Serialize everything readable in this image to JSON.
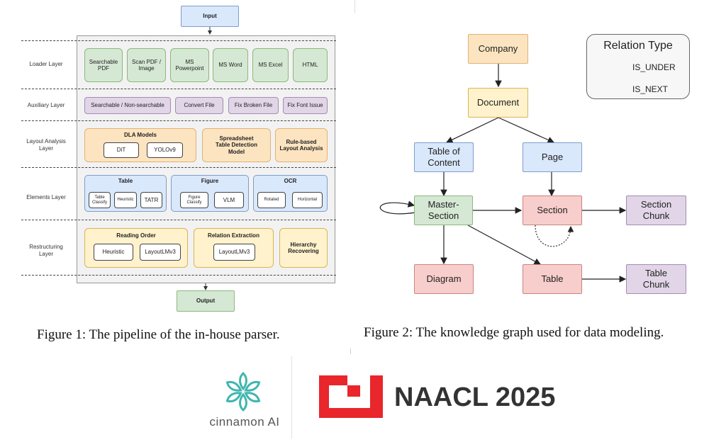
{
  "figure1": {
    "caption": "Figure 1: The pipeline of the in-house parser.",
    "input": "Input",
    "output": "Output",
    "layers": {
      "loader": "Loader Layer",
      "auxiliary": "Auxiliary Layer",
      "layout": "Layout Analysis\nLayer",
      "elements": "Elements Layer",
      "restructuring": "Restructuring\nLayer"
    },
    "loader": [
      "Searchable\nPDF",
      "Scan PDF /\nImage",
      "MS\nPowerpoint",
      "MS Word",
      "MS Excel",
      "HTML"
    ],
    "auxiliary": [
      "Searchable / Non-searchable",
      "Convert File",
      "Fix Broken File",
      "Fix Font Issue"
    ],
    "layout": {
      "dla_title": "DLA Models",
      "dla_items": [
        "DiT",
        "YOLOv9"
      ],
      "spreadsheet": "Spreadsheet\nTable Detection\nModel",
      "rule_based": "Rule-based\nLayout Analysis"
    },
    "elements": {
      "table_title": "Table",
      "table_items": [
        "Table\nClassify",
        "Heuristic",
        "TATR"
      ],
      "figure_title": "Figure",
      "figure_items": [
        "Figure\nClassify",
        "VLM"
      ],
      "ocr_title": "OCR",
      "ocr_items": [
        "Rotated",
        "Horizontal"
      ]
    },
    "restructuring": {
      "reading_title": "Reading Order",
      "reading_items": [
        "Heuristic",
        "LayoutLMv3"
      ],
      "relation_title": "Relation Extraction",
      "relation_items": [
        "LayoutLMv3"
      ],
      "hierarchy": "Hierarchy\nRecovering"
    }
  },
  "figure2": {
    "caption": "Figure 2: The knowledge graph used for data modeling.",
    "nodes": {
      "company": "Company",
      "document": "Document",
      "toc": "Table of\nContent",
      "page": "Page",
      "master_section": "Master-\nSection",
      "section": "Section",
      "section_chunk": "Section\nChunk",
      "diagram": "Diagram",
      "table": "Table",
      "table_chunk": "Table\nChunk"
    },
    "legend": {
      "title": "Relation Type",
      "is_under": "IS_UNDER",
      "is_next": "IS_NEXT"
    }
  },
  "logos": {
    "cinnamon_text": "cinnamon AI",
    "naacl_text": "NAACL 2025"
  },
  "colors": {
    "green": "#d5e8d4",
    "purple": "#e1d5e7",
    "orange": "#fde4c0",
    "blue": "#dae8fc",
    "yellow": "#fff2cc",
    "red": "#f8cecc",
    "naacl_red": "#e8262b",
    "cinnamon_teal": "#3fb6b0"
  }
}
